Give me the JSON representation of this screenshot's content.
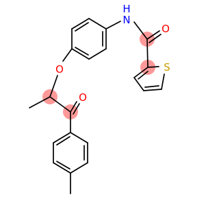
{
  "molecule": {
    "atoms": {
      "amide_n": {
        "symbol": "N",
        "hydrogen": "H",
        "color": "#0000ff"
      },
      "carbonyl_o1": {
        "symbol": "O",
        "color": "#ff0000"
      },
      "thiophene_s": {
        "symbol": "S",
        "color": "#c8a000"
      },
      "ether_o": {
        "symbol": "O",
        "color": "#ff0000"
      },
      "ketone_o": {
        "symbol": "O",
        "color": "#ff0000"
      }
    },
    "highlight_color": "#ff9999",
    "bond_color": "#000000"
  }
}
